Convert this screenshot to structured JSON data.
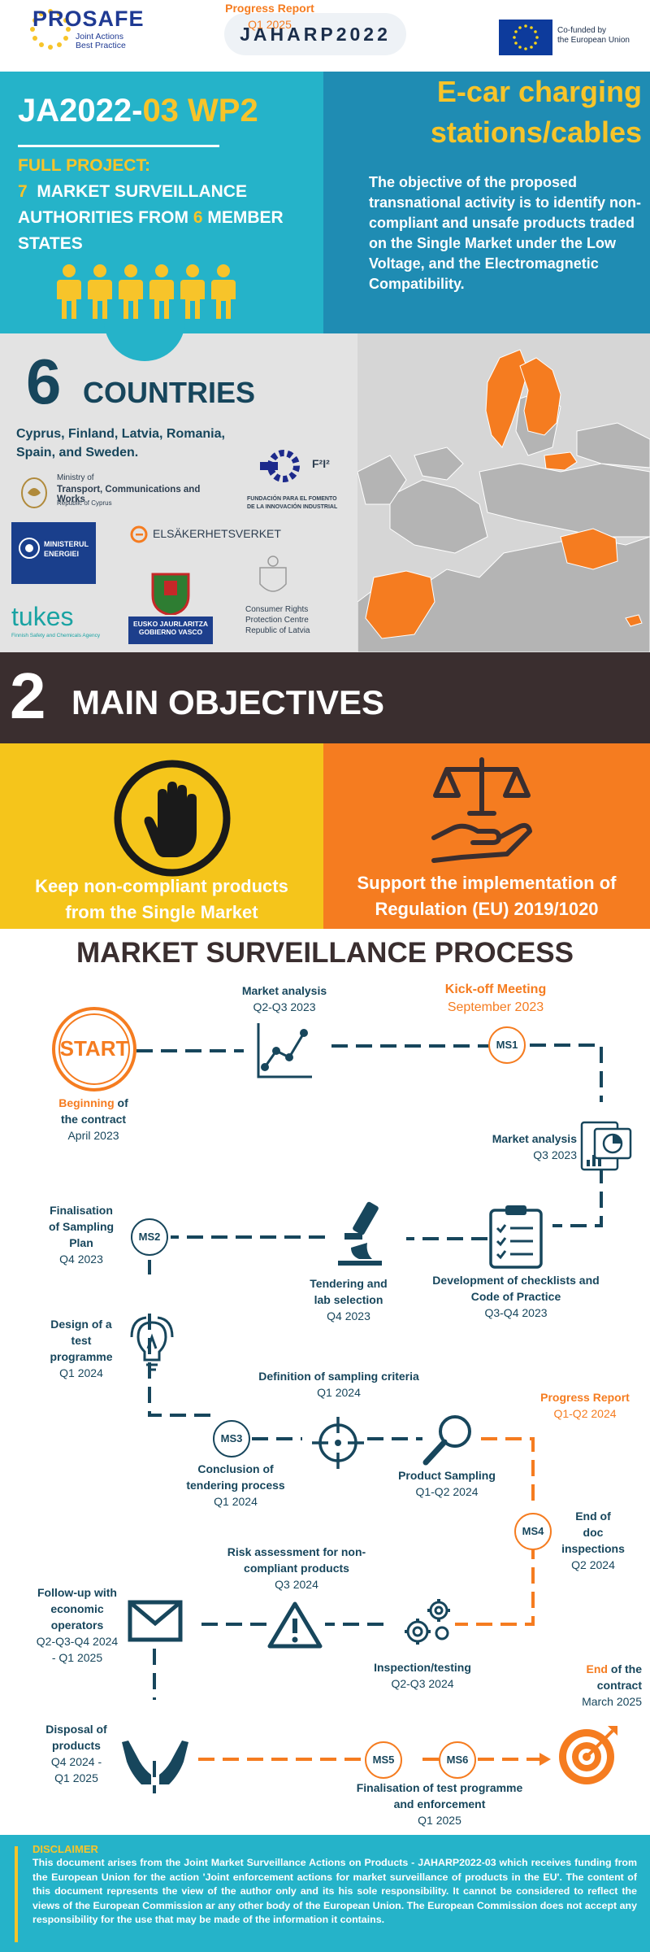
{
  "header": {
    "prosafe_name": "PROSAFE",
    "prosafe_sub_1": "Joint Actions",
    "prosafe_sub_2": "Best Practice",
    "jaharp": "JAHARP2022",
    "eu_line1": "Co-funded by",
    "eu_line2": "the European Union",
    "colors": {
      "prosafe_blue": "#1f3a93",
      "eu_blue": "#0d3b9c",
      "eu_star": "#f7d418"
    }
  },
  "intro": {
    "title_prefix": "JA2022-",
    "title_accent": "03 WP2",
    "full_project": "FULL PROJECT:",
    "count_authorities": "7",
    "authorities_text": "MARKET SURVEILLANCE AUTHORITIES FROM",
    "count_states": "6",
    "states_text": "MEMBER STATES",
    "people_icon": "people-icon",
    "topic_line1": "E-car charging",
    "topic_line2": "stations/cables",
    "objective": "The objective of the proposed transnational activity is to identify non-compliant and unsafe products traded on the Single Market under the Low Voltage, and the Electromagnetic Compatibility."
  },
  "countries": {
    "number": "6",
    "word": "COUNTRIES",
    "list": "Cyprus, Finland, Latvia, Romania, Spain, and Sweden.",
    "logos": {
      "cyprus_1": "Ministry of",
      "cyprus_2": "Transport, Communications and Works",
      "cyprus_3": "Republic of Cyprus",
      "f2i2": "F²I²",
      "f2i2_1": "FUNDACIÓN PARA EL FOMENTO",
      "f2i2_2": "DE LA INNOVACIÓN INDUSTRIAL",
      "ministerul_1": "MINISTERUL",
      "ministerul_2": "ENERGIEI",
      "elsak": "ELSÄKERHETSVERKET",
      "tukes": "tukes",
      "tukes_sub": "Finnish Safety and Chemicals Agency",
      "eusko_1": "EUSKO JAURLARITZA",
      "eusko_2": "GOBIERNO VASCO",
      "latvia_1": "Consumer Rights",
      "latvia_2": "Protection Centre",
      "latvia_3": "Republic of Latvia"
    },
    "highlight_color": "#f57c20"
  },
  "objectives": {
    "number": "2",
    "title": "MAIN OBJECTIVES",
    "left_line1": "Keep non-compliant products",
    "left_line2": "from the Single Market",
    "right_line1": "Support the implementation of",
    "right_line2": "Regulation (EU) 2019/1020",
    "left_icon": "stop-hand-icon",
    "right_icon": "scales-hand-icon"
  },
  "process": {
    "title": "MARKET SURVEILLANCE PROCESS",
    "start": "START",
    "beginning_1": "Beginning",
    "beginning_2": "of",
    "beginning_3": "the contract",
    "beginning_date": "April 2023",
    "ma1_title": "Market analysis",
    "ma1_date": "Q2-Q3 2023",
    "kickoff_title": "Kick-off Meeting",
    "kickoff_date": "September 2023",
    "ms1": "MS1",
    "ma2_title": "Market analysis",
    "ma2_date": "Q3 2023",
    "checklists_1": "Development of checklists and",
    "checklists_2": "Code of Practice",
    "checklists_date": "Q3-Q4 2023",
    "tendering_1": "Tendering and",
    "tendering_2": "lab selection",
    "tendering_date": "Q4 2023",
    "ms2": "MS2",
    "fin_sampling_1": "Finalisation",
    "fin_sampling_2": "of Sampling",
    "fin_sampling_3": "Plan",
    "fin_sampling_date": "Q4 2023",
    "design_1": "Design of a",
    "design_2": "test",
    "design_3": "programme",
    "design_date": "Q1 2024",
    "def_sampling": "Definition of sampling criteria",
    "def_sampling_date": "Q1 2024",
    "ms3": "MS3",
    "conclusion_1": "Conclusion of",
    "conclusion_2": "tendering process",
    "conclusion_date": "Q1 2024",
    "product_sampling": "Product Sampling",
    "product_sampling_date": "Q1-Q2 2024",
    "progress1_title": "Progress Report",
    "progress1_date": "Q1-Q2 2024",
    "ms4": "MS4",
    "end_doc_1": "End of",
    "end_doc_2": "doc",
    "end_doc_3": "inspections",
    "end_doc_date": "Q2 2024",
    "risk_1": "Risk assessment for non-",
    "risk_2": "compliant products",
    "risk_date": "Q3 2024",
    "followup_1": "Follow-up with",
    "followup_2": "economic",
    "followup_3": "operators",
    "followup_date_1": "Q2-Q3-Q4 2024",
    "followup_date_2": "- Q1 2025",
    "inspection": "Inspection/testing",
    "inspection_date": "Q2-Q3 2024",
    "disposal_1": "Disposal of",
    "disposal_2": "products",
    "disposal_date_1": "Q4 2024 -",
    "disposal_date_2": "Q1 2025",
    "progress2_title": "Progress Report",
    "progress2_date": "Q1 2025",
    "ms5": "MS5",
    "ms6": "MS6",
    "finalisation_1": "Finalisation of test programme",
    "finalisation_2": "and enforcement",
    "finalisation_date": "Q1 2025",
    "end_1": "End",
    "end_2": "of the",
    "end_3": "contract",
    "end_date": "March 2025",
    "colors": {
      "dark": "#17465c",
      "orange": "#f57c20"
    }
  },
  "disclaimer": {
    "title": "DISCLAIMER",
    "text": "This document arises from the Joint Market Surveillance Actions on Products - JAHARP2022-03 which receives funding from the European Union for the action 'Joint enforcement actions for market surveillance of products in the EU'. The content of this document represents the view of the author only and its his sole responsibility. It cannot be considered to reflect the views of the European Commission ar any other body of the European Union. The European Commission does not accept any responsibility for the use that may be made of the information it contains."
  }
}
